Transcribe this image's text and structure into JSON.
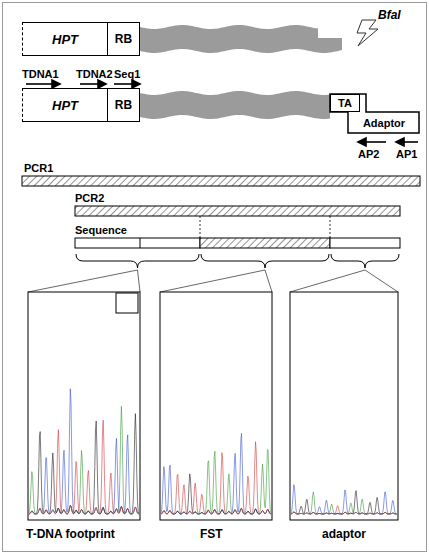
{
  "diagram": {
    "nodes": [
      {
        "text": [
          "HPT"
        ]
      },
      {
        "text": [
          "RB"
        ]
      },
      {
        "text": [
          "HPT"
        ]
      },
      {
        "text": [
          "RB"
        ]
      },
      {
        "text": [
          "TA"
        ]
      },
      {
        "text": [
          "Adaptor"
        ]
      }
    ],
    "labels": [
      "BfaI",
      "TDNA1",
      "TDNA2",
      "Seq1",
      "AP2",
      "AP1",
      "PCR1",
      "PCR2",
      "Sequence",
      "T-DNA footprint",
      "FST",
      "adaptor"
    ]
  }
}
